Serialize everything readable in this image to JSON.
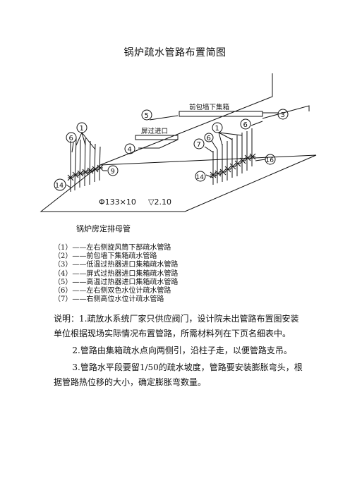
{
  "title": "锅炉疏水管路布置简图",
  "diagram": {
    "label_front_header": "前包墙下集箱",
    "label_panel_inlet": "屏过进口",
    "label_pipe_size": "Φ133×10",
    "label_elevation": "▽2.10",
    "callouts": [
      "1",
      "1",
      "3",
      "4",
      "5",
      "6",
      "6",
      "7",
      "9",
      "14",
      "14",
      "16"
    ]
  },
  "caption": "锅炉房定排母管",
  "legend": [
    "（1）——左右侧旋风筒下部疏水管路",
    "（2）——前包墙下集箱疏水管路",
    "（3）——低温过热器进口集箱疏水管路",
    "（4）——屏式过热器进口集箱疏水管路",
    "（5）——高温过热器进口集箱疏水管路",
    "（6）——左右侧双色水位计疏水管路",
    "（7）——右侧高位水位计疏水管路"
  ],
  "notes": [
    "说明：1.疏放水系统厂家只供应阀门，设计院未出管路布置图安装单位根据现场实际情况布置管路，所需材料列在下页名细表中。",
    "2.管路由集箱疏水点向两侧引，沿柱子走，以便管路支吊。",
    "3.管路水平段要留1/50的疏水坡度，管路要安装膨胀弯头，根据管路热位移的大小，确定膨胀弯数量。"
  ]
}
